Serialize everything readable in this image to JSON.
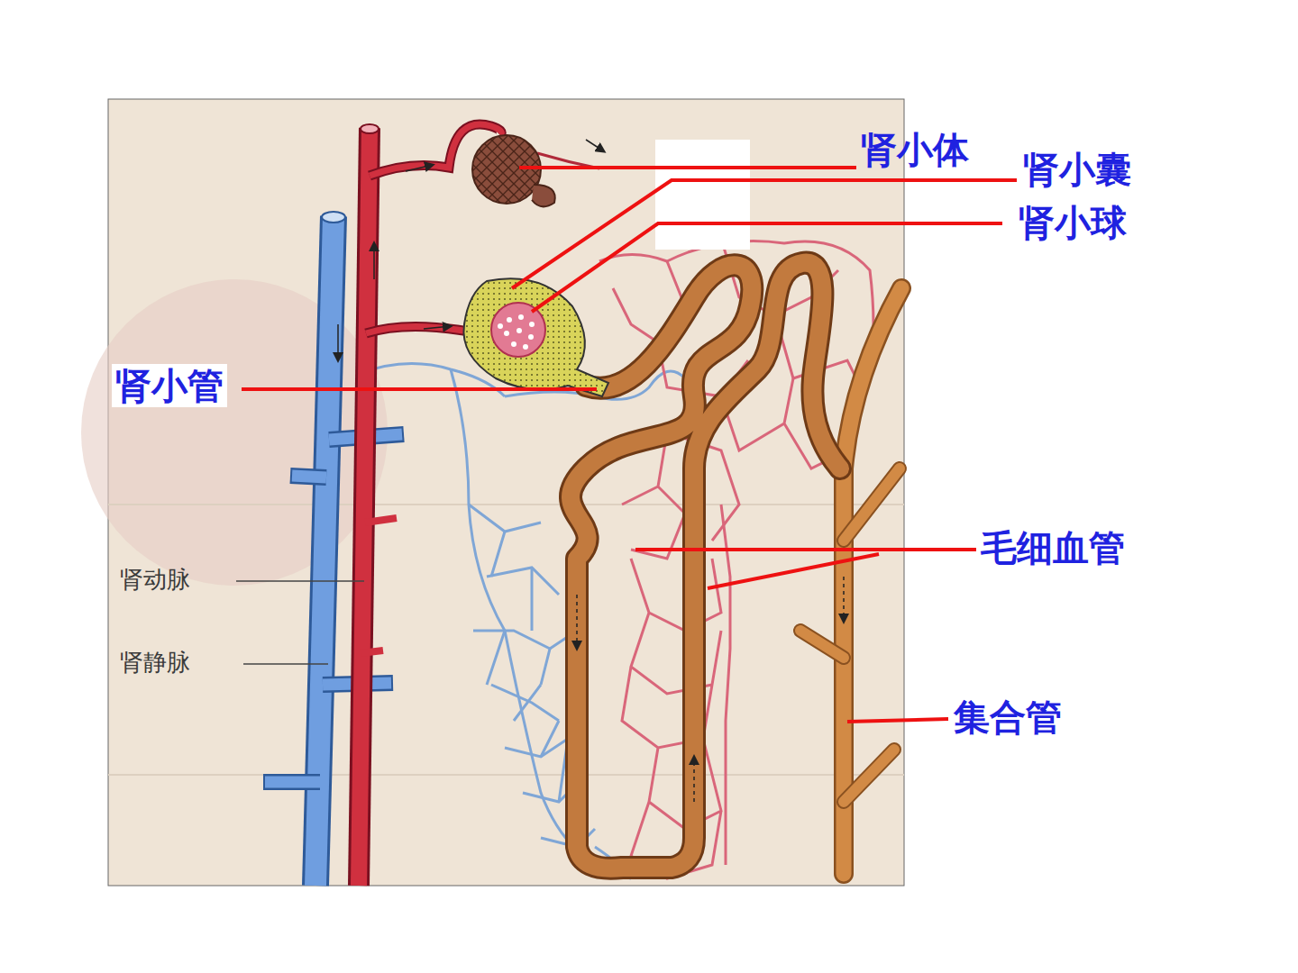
{
  "diagram": {
    "labels": [
      "肾小体",
      "肾小囊",
      "肾小球",
      "肾小管",
      "毛细血管",
      "集合管",
      "肾动脉",
      "肾静脉"
    ]
  }
}
